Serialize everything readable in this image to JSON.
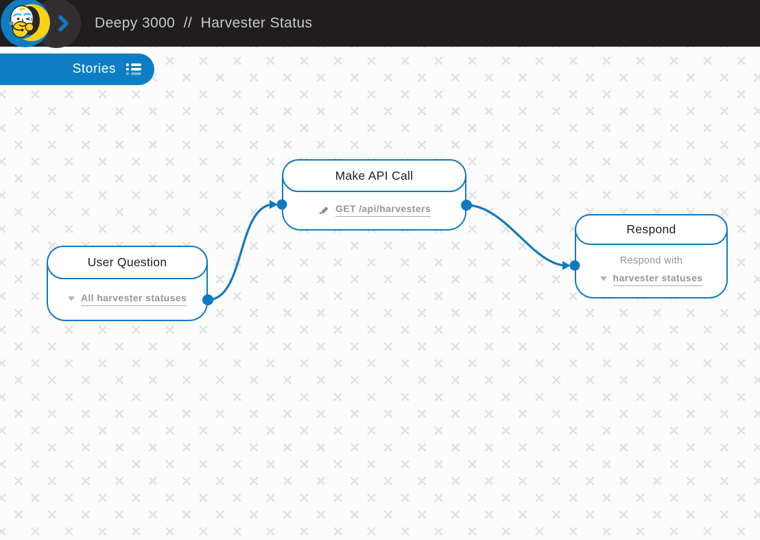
{
  "header": {
    "title": "Deepy 3000  //  Harvester Status",
    "logo": "deepy-mascot-avatar",
    "expand_icon": "chevron-right"
  },
  "stories_tab": {
    "label": "Stories",
    "icon": "list-icon"
  },
  "canvas": {
    "nodes": [
      {
        "id": "user-question",
        "title": "User Question",
        "slot_icon": "dropdown-triangle",
        "slot": "All harvester statuses"
      },
      {
        "id": "make-api-call",
        "title": "Make API Call",
        "slot_icon": "pencil",
        "slot": "GET /api/harvesters"
      },
      {
        "id": "respond",
        "title": "Respond",
        "subtitle": "Respond with",
        "slot_icon": "dropdown-triangle",
        "slot": "harvester statuses"
      }
    ],
    "edges": [
      {
        "from": "user-question",
        "to": "make-api-call"
      },
      {
        "from": "make-api-call",
        "to": "respond"
      }
    ]
  },
  "colors": {
    "accent_blue": "#0f7ac0",
    "tab_blue": "#0d7ec4",
    "header_bg": "#201d1e",
    "gray_text": "#939598",
    "pattern_gray": "#e2e2e2",
    "mascot_yellow": "#f7d117"
  }
}
